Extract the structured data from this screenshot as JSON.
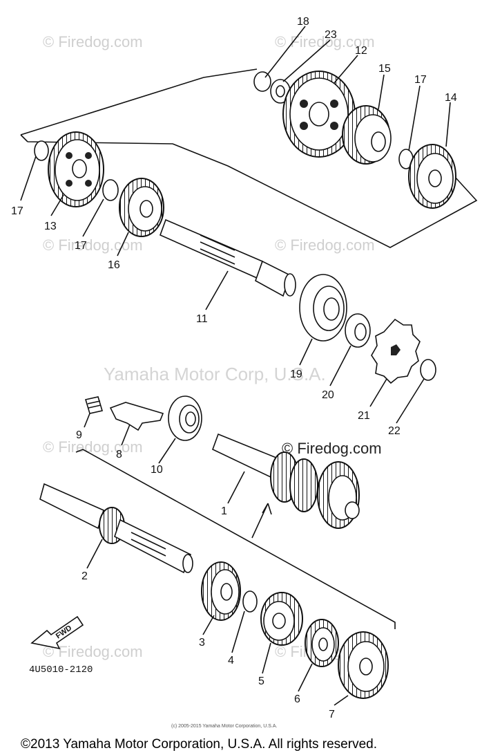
{
  "watermarks": {
    "site": "© Firedog.com",
    "site_dark": "© Firedog.com",
    "center": "Yamaha Motor Corp, U.S.A."
  },
  "callouts": [
    "1",
    "2",
    "3",
    "4",
    "5",
    "6",
    "7",
    "8",
    "9",
    "10",
    "11",
    "12",
    "13",
    "14",
    "15",
    "16",
    "17",
    "17",
    "17",
    "18",
    "19",
    "20",
    "21",
    "22",
    "23"
  ],
  "diagram_code": "4U5010-2120",
  "fwd_label": "FWD",
  "small_notice": "(c) 2005-2015 Yamaha Motor Corporation, U.S.A.",
  "copyright": "©2013 Yamaha Motor Corporation, U.S.A. All rights reserved."
}
